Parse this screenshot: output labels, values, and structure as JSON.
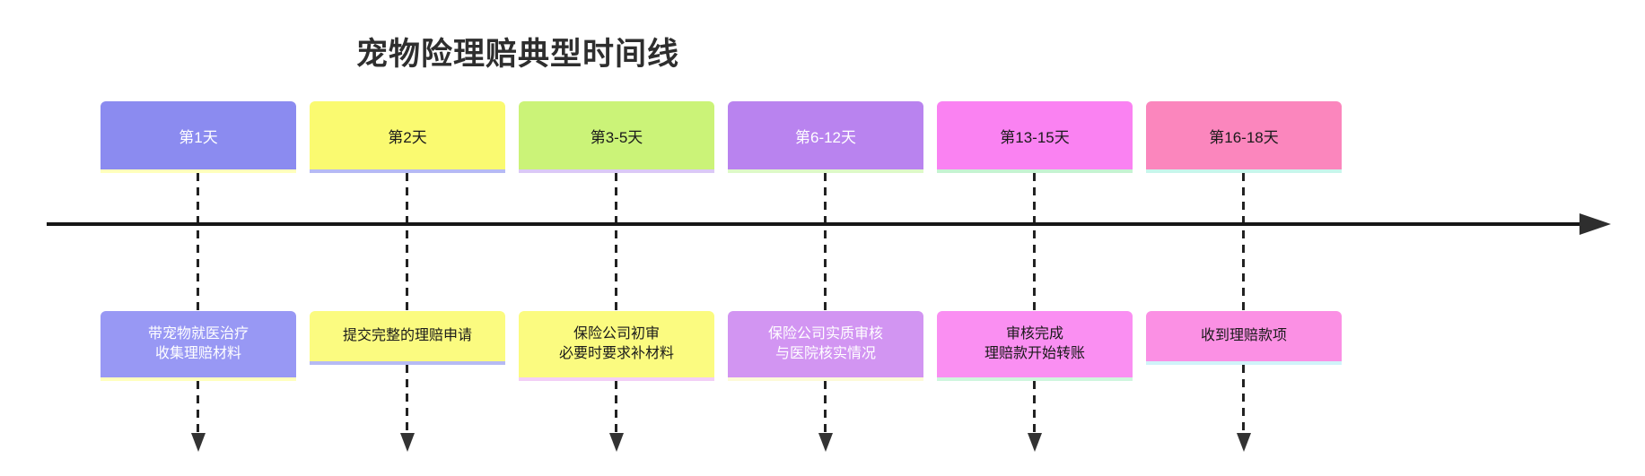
{
  "title": "宠物险理赔典型时间线",
  "colors": {
    "background": "#ffffff",
    "title": "#2e2e2e",
    "axis_line": "#161616",
    "axis_arrowhead": "#2e2e2e",
    "dash": "#222222",
    "down_arrowhead": "#333333"
  },
  "timeline": {
    "columns": [
      {
        "period": "第1天",
        "event": "带宠物就医治疗\n收集理赔材料",
        "period_bg": "#8b8bf0",
        "period_fg": "#ffffff",
        "period_strip": "#ffffbd",
        "event_bg": "#9898f4",
        "event_fg": "#ffffff",
        "event_strip": "#ffffbd"
      },
      {
        "period": "第2天",
        "event": "提交完整的理赔申请",
        "period_bg": "#fafa70",
        "period_fg": "#1a1a1a",
        "period_strip": "#b6baf4",
        "event_bg": "#fbfb80",
        "event_fg": "#1a1a1a",
        "event_strip": "#b6baf4"
      },
      {
        "period": "第3-5天",
        "event": "保险公司初审\n必要时要求补材料",
        "period_bg": "#cbf378",
        "period_fg": "#1a1a1a",
        "period_strip": "#dbc9f6",
        "event_bg": "#fbfb80",
        "event_fg": "#1a1a1a",
        "event_strip": "#f3cff6"
      },
      {
        "period": "第6-12天",
        "event": "保险公司实质审核\n与医院核实情况",
        "period_bg": "#b983ef",
        "period_fg": "#ffffff",
        "period_strip": "#def9c8",
        "event_bg": "#d295f2",
        "event_fg": "#ffffff",
        "event_strip": "#fdfad8"
      },
      {
        "period": "第13-15天",
        "event": "审核完成\n理赔款开始转账",
        "period_bg": "#fa82f2",
        "period_fg": "#1a1a1a",
        "period_strip": "#c6f3d2",
        "event_bg": "#fa8ff2",
        "event_fg": "#1a1a1a",
        "event_strip": "#cff6de"
      },
      {
        "period": "第16-18天",
        "event": "收到理赔款项",
        "period_bg": "#fb86bd",
        "period_fg": "#1a1a1a",
        "period_strip": "#c8f6ec",
        "event_bg": "#fb90e4",
        "event_fg": "#1a1a1a",
        "event_strip": "#d0f3f9"
      }
    ]
  }
}
